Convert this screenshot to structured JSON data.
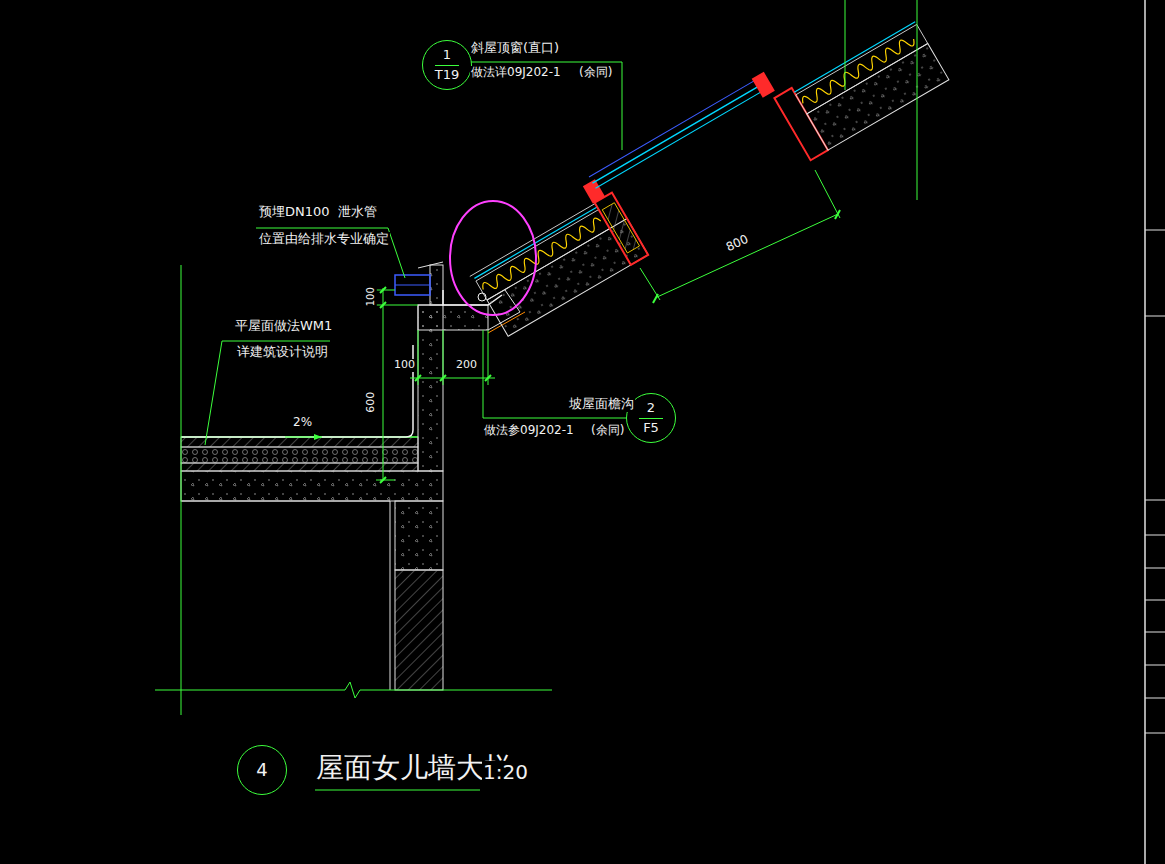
{
  "diagram": {
    "title": "屋面女儿墙大样",
    "nodes": [
      {
        "text": [
          "1",
          "T19"
        ]
      },
      {
        "text": [
          "2",
          "F5"
        ]
      },
      {
        "text": [
          "4"
        ]
      }
    ],
    "labels": [
      "斜屋顶窗(直口)",
      "做法详09J202-1",
      "(余同)",
      "预埋DN100  泄水管",
      "位置由给排水专业确定",
      "100",
      "平屋面做法WM1",
      "详建筑设计说明",
      "100",
      "200",
      "600",
      "2%",
      "坡屋面檐沟",
      "做法参09J202-1",
      "(余同)",
      "800",
      "1:20"
    ]
  }
}
